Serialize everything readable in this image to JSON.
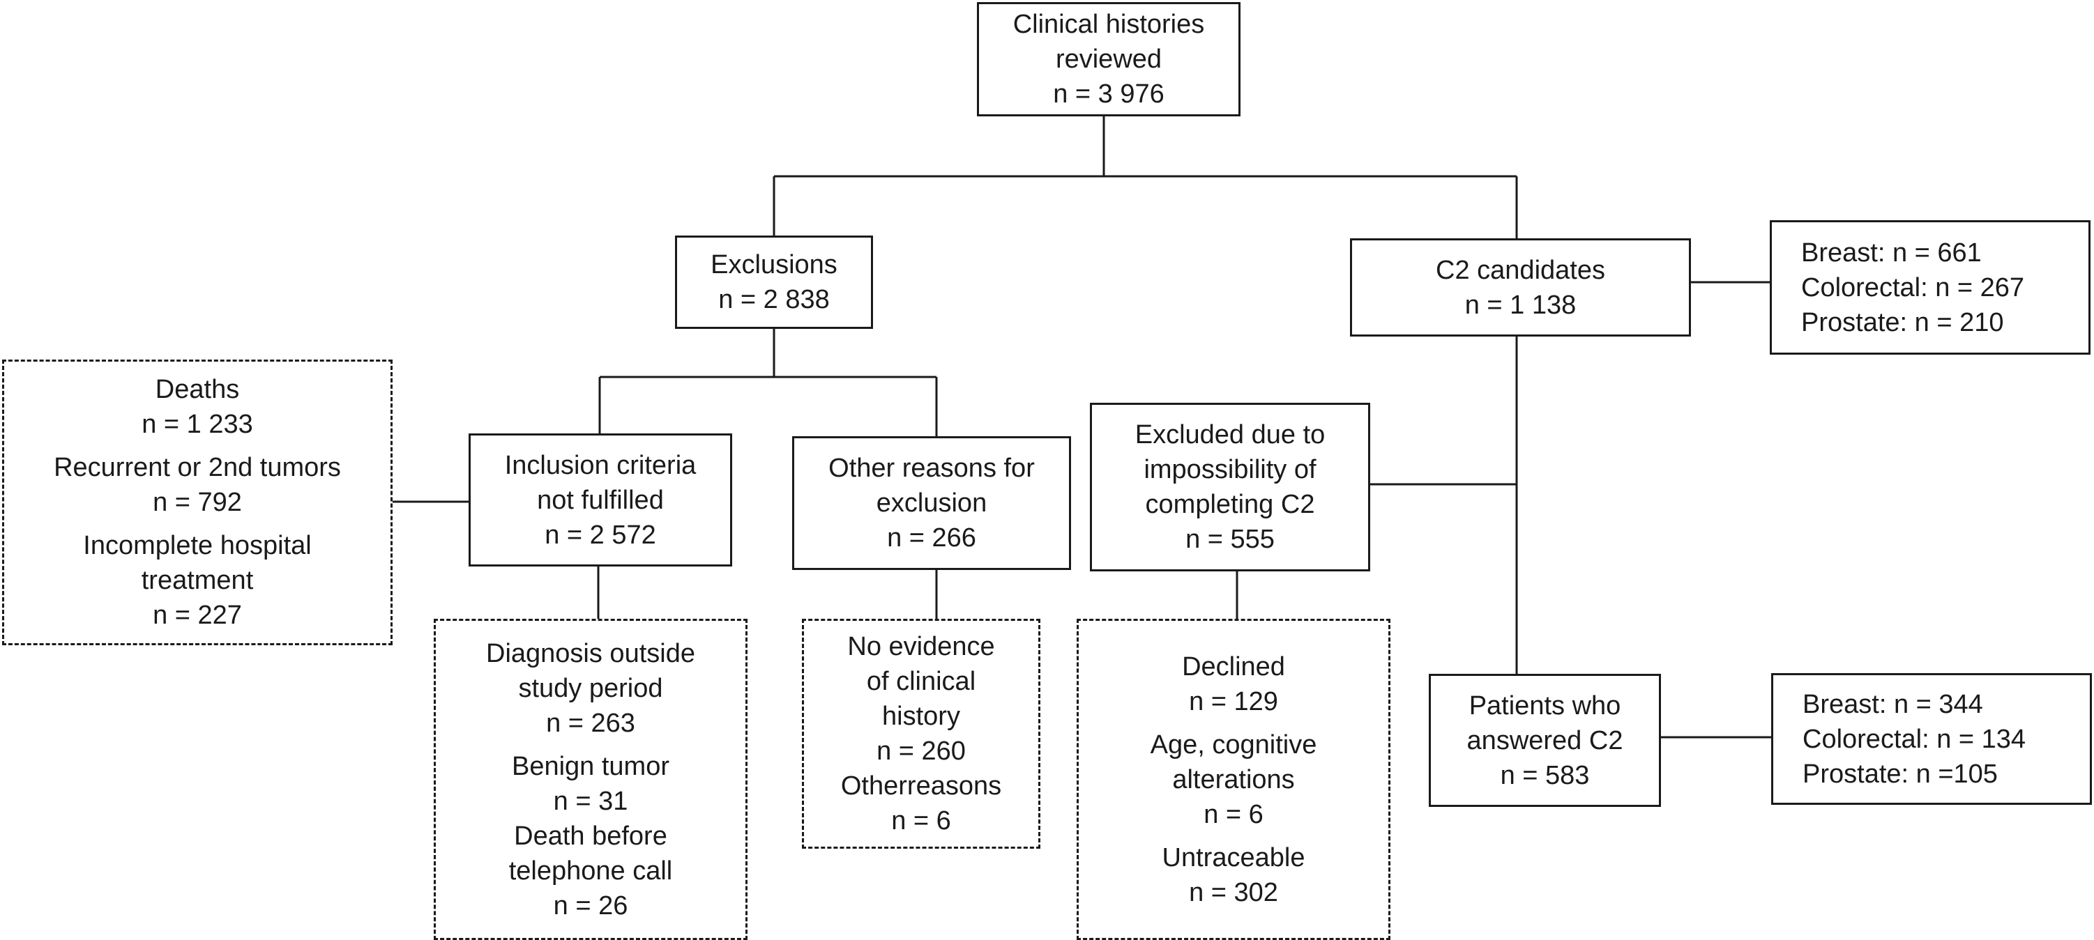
{
  "flow": {
    "reviewed": {
      "lines": [
        "Clinical histories",
        "reviewed",
        "n = 3 976"
      ]
    },
    "exclusions": {
      "lines": [
        "Exclusions",
        "n = 2 838"
      ]
    },
    "candidates": {
      "lines": [
        "C2 candidates",
        "n = 1 138"
      ]
    },
    "candidates_breakdown": {
      "lines": [
        "Breast: n = 661",
        "Colorectal: n = 267",
        "Prostate: n = 210"
      ]
    },
    "exclusion_details": {
      "lines": [
        "Deaths",
        "n = 1 233",
        "Recurrent or 2nd tumors",
        "n = 792",
        "Incomplete hospital",
        "treatment",
        "n = 227"
      ]
    },
    "inclusion": {
      "lines": [
        "Inclusion criteria",
        "not fulfilled",
        "n = 2 572"
      ]
    },
    "other_reasons": {
      "lines": [
        "Other reasons for",
        "exclusion",
        "n = 266"
      ]
    },
    "impossibility": {
      "lines": [
        "Excluded due to",
        "impossibility of",
        "completing C2",
        "n = 555"
      ]
    },
    "inclusion_details": {
      "lines": [
        "Diagnosis outside",
        "study period",
        "n =  263",
        "Benign tumor",
        "n = 31",
        "Death before",
        "telephone call",
        "n = 26"
      ]
    },
    "other_details": {
      "lines": [
        "No evidence",
        "of clinical",
        "history",
        "n = 260",
        "Otherreasons",
        "n = 6"
      ]
    },
    "impossibility_details": {
      "lines": [
        "Declined",
        "n = 129",
        "Age, cognitive",
        "alterations",
        "n = 6",
        "Untraceable",
        "n = 302"
      ]
    },
    "answered": {
      "lines": [
        "Patients who",
        "answered C2",
        "n = 583"
      ]
    },
    "answered_breakdown": {
      "lines": [
        "Breast: n = 344",
        "Colorectal: n = 134",
        "Prostate: n =105"
      ]
    }
  }
}
